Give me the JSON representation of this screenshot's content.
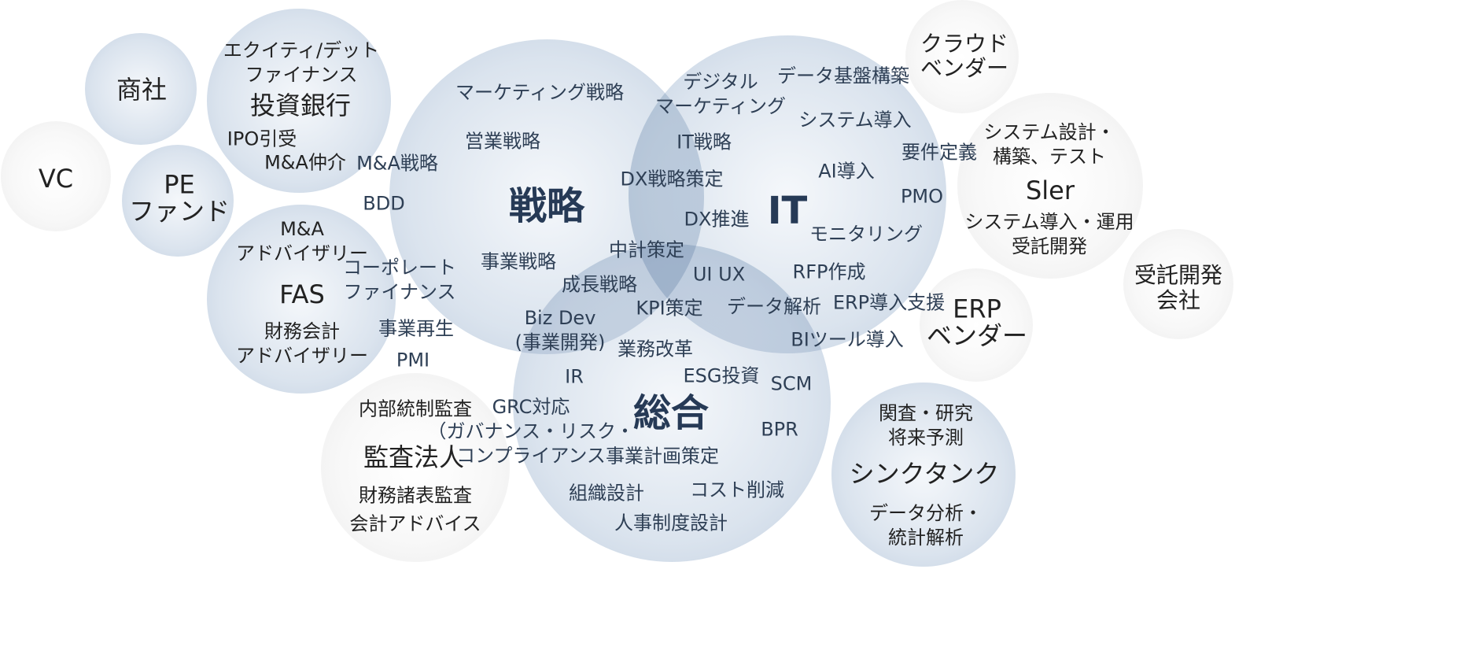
{
  "diagram": {
    "outer_nodes": {
      "vc": "VC",
      "shosha": "商社",
      "pe_fund": "PE\nファンド",
      "ib_sub1": "エクイティ/デット\nファイナンス",
      "ib_title": "投資銀行",
      "ib_sub2": "IPO引受",
      "ib_sub3": "M&A仲介",
      "fas_sub1": "M&A\nアドバイザリー",
      "fas_title": "FAS",
      "fas_sub2": "財務会計\nアドバイザリー",
      "audit_sub1": "内部統制監査",
      "audit_title": "監査法人",
      "audit_sub2": "財務諸表監査",
      "audit_sub3": "会計アドバイス",
      "cloud_vendor": "クラウド\nベンダー",
      "sier_sub1": "システム設計・\n構築、テスト",
      "sier_title": "Sler",
      "sier_sub2": "システム導入・運用\n受託開発",
      "contract_dev": "受託開発\n会社",
      "erp_vendor": "ERP\nベンダー",
      "tt_sub1": "関査・研究\n将来予測",
      "tt_title": "シンクタンク",
      "tt_sub2": "データ分析・\n統計解析"
    },
    "main_titles": {
      "strategy": "戦略",
      "it": "IT",
      "general": "総合"
    },
    "strategy_items": {
      "marketing": "マーケティング戦略",
      "sales": "営業戦略",
      "ma_strategy": "M&A戦略",
      "bdd": "BDD",
      "business_strategy": "事業戦略",
      "corporate_finance": "コーポレート\nファイナンス",
      "turnaround": "事業再生",
      "pmi": "PMI"
    },
    "it_items": {
      "digital_marketing": "デジタル\nマーケティング",
      "data_platform": "データ基盤構築",
      "system_intro": "システム導入",
      "requirements": "要件定義",
      "ai": "AI導入",
      "pmo": "PMO",
      "monitoring": "モニタリング",
      "rfp": "RFP作成",
      "erp_support": "ERP導入支援",
      "bi": "BIツール導入"
    },
    "overlap_items": {
      "it_strategy": "IT戦略",
      "dx_strategy": "DX戦略策定",
      "dx_promo": "DX推進",
      "mid_plan": "中計策定",
      "growth": "成長戦略",
      "uiux": "UI UX",
      "kpi": "KPI策定",
      "data_analysis": "データ解析",
      "biz_dev": "Biz Dev\n(事業開発)",
      "bpr_reform": "業務改革"
    },
    "general_items": {
      "ir": "IR",
      "esg": "ESG投資",
      "scm": "SCM",
      "grc": "GRC対応\n（ガバナンス・リスク・\nコンプライアンス",
      "bpr": "BPR",
      "biz_plan": "事業計画策定",
      "org_design": "組織設計",
      "cost": "コスト削減",
      "hr": "人事制度設計"
    }
  }
}
